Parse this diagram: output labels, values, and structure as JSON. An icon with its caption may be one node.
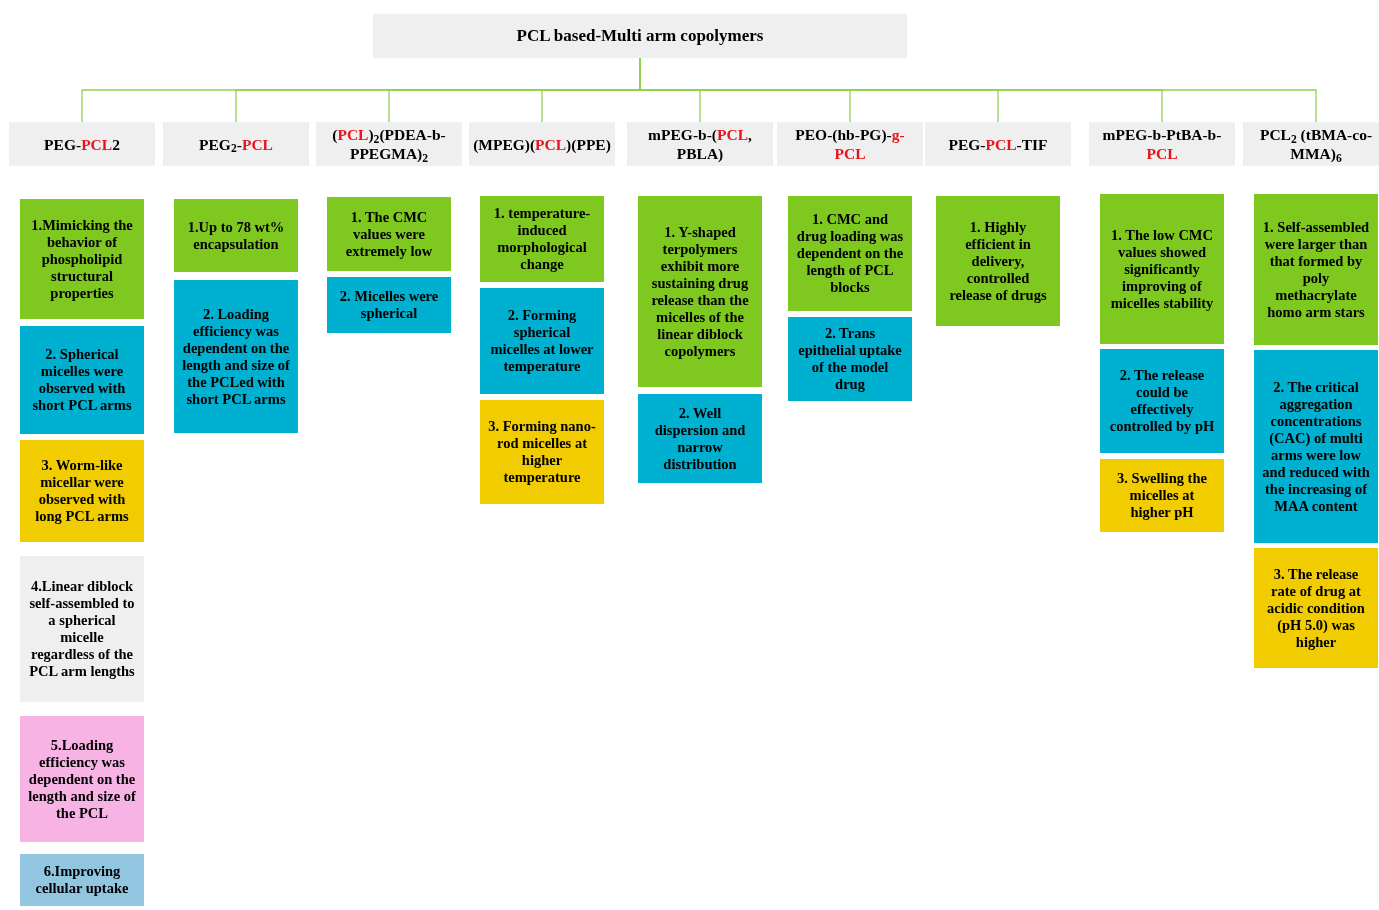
{
  "diagram": {
    "nodes": [
      {
        "text": [
          "PCL based-Multi arm copolymers"
        ]
      },
      {
        "text": [
          "PEG-PCL2"
        ]
      },
      {
        "text": [
          "PEG$_{2}$-PCL"
        ]
      },
      {
        "text": [
          "(PCL)$_{2}$(PDEA-b-PPEGMA)$_{2}$"
        ]
      },
      {
        "text": [
          "(MPEG)(PCL)(PPE)"
        ]
      },
      {
        "text": [
          "mPEG-b-(PCL, PBLA)"
        ]
      },
      {
        "text": [
          "PEO-(hb-PG)-g-PCL"
        ]
      },
      {
        "text": [
          "PEG-PCL-TIF"
        ]
      },
      {
        "text": [
          "mPEG-b-PtBA-b-PCL"
        ]
      },
      {
        "text": [
          "PCL$_{2}$ (tBMA-co-MMA)$_{6}$"
        ]
      },
      {
        "text": [
          "1.Mimicking the behavior of phospholipid structural properties"
        ]
      },
      {
        "text": [
          "2. Spherical micelles were observed with short PCL arms"
        ]
      },
      {
        "text": [
          "3. Worm-like micellar were observed with long PCL arms"
        ]
      },
      {
        "text": [
          "4.Linear diblock self-assembled to a spherical micelle regardless of the PCL arm lengths"
        ]
      },
      {
        "text": [
          "5.Loading efficiency was dependent on the length and size of the PCL"
        ]
      },
      {
        "text": [
          "6.Improving cellular uptake"
        ]
      },
      {
        "text": [
          "1.Up to 78 wt% encapsulation"
        ]
      },
      {
        "text": [
          "2. Loading efficiency was dependent on the length and size of the PCLed with short PCL arms"
        ]
      },
      {
        "text": [
          "1. The CMC values were extremely low"
        ]
      },
      {
        "text": [
          "2. Micelles were spherical"
        ]
      },
      {
        "text": [
          "1. temperature-induced morphological change"
        ]
      },
      {
        "text": [
          "2. Forming spherical micelles at lower temperature"
        ]
      },
      {
        "text": [
          "3. Forming nano-rod micelles at higher temperature"
        ]
      },
      {
        "text": [
          "1. Y-shaped terpolymers exhibit more sustaining drug release than the micelles of the linear diblock copolymers"
        ]
      },
      {
        "text": [
          "2. Well dispersion and narrow distribution"
        ]
      },
      {
        "text": [
          "1. CMC and drug loading was dependent on the length of PCL blocks"
        ]
      },
      {
        "text": [
          "2. Trans epithelial uptake of the model drug"
        ]
      },
      {
        "text": [
          "1. Highly efficient in delivery, controlled release of drugs"
        ]
      },
      {
        "text": [
          "1. The low CMC values showed significantly improving of micelles stability"
        ]
      },
      {
        "text": [
          "2. The release could be effectively controlled by pH"
        ]
      },
      {
        "text": [
          "3. Swelling the micelles at higher pH"
        ]
      },
      {
        "text": [
          "1. Self-assembled were larger than that formed by poly methacrylate homo arm stars"
        ]
      },
      {
        "text": [
          "2. The critical aggregation concentrations (CAC) of multi arms were low and reduced with the increasing of MAA content"
        ]
      },
      {
        "text": [
          "3. The release rate of drug at acidic condition (pH 5.0) was higher"
        ]
      }
    ],
    "edges": [
      {
        "from": 0,
        "to": 1,
        "arrow": "none"
      },
      {
        "from": 0,
        "to": 2,
        "arrow": "none"
      },
      {
        "from": 0,
        "to": 3,
        "arrow": "none"
      },
      {
        "from": 0,
        "to": 4,
        "arrow": "none"
      },
      {
        "from": 0,
        "to": 5,
        "arrow": "none"
      },
      {
        "from": 0,
        "to": 6,
        "arrow": "none"
      },
      {
        "from": 0,
        "to": 7,
        "arrow": "none"
      },
      {
        "from": 0,
        "to": 8,
        "arrow": "none"
      },
      {
        "from": 0,
        "to": 9,
        "arrow": "none"
      }
    ]
  }
}
